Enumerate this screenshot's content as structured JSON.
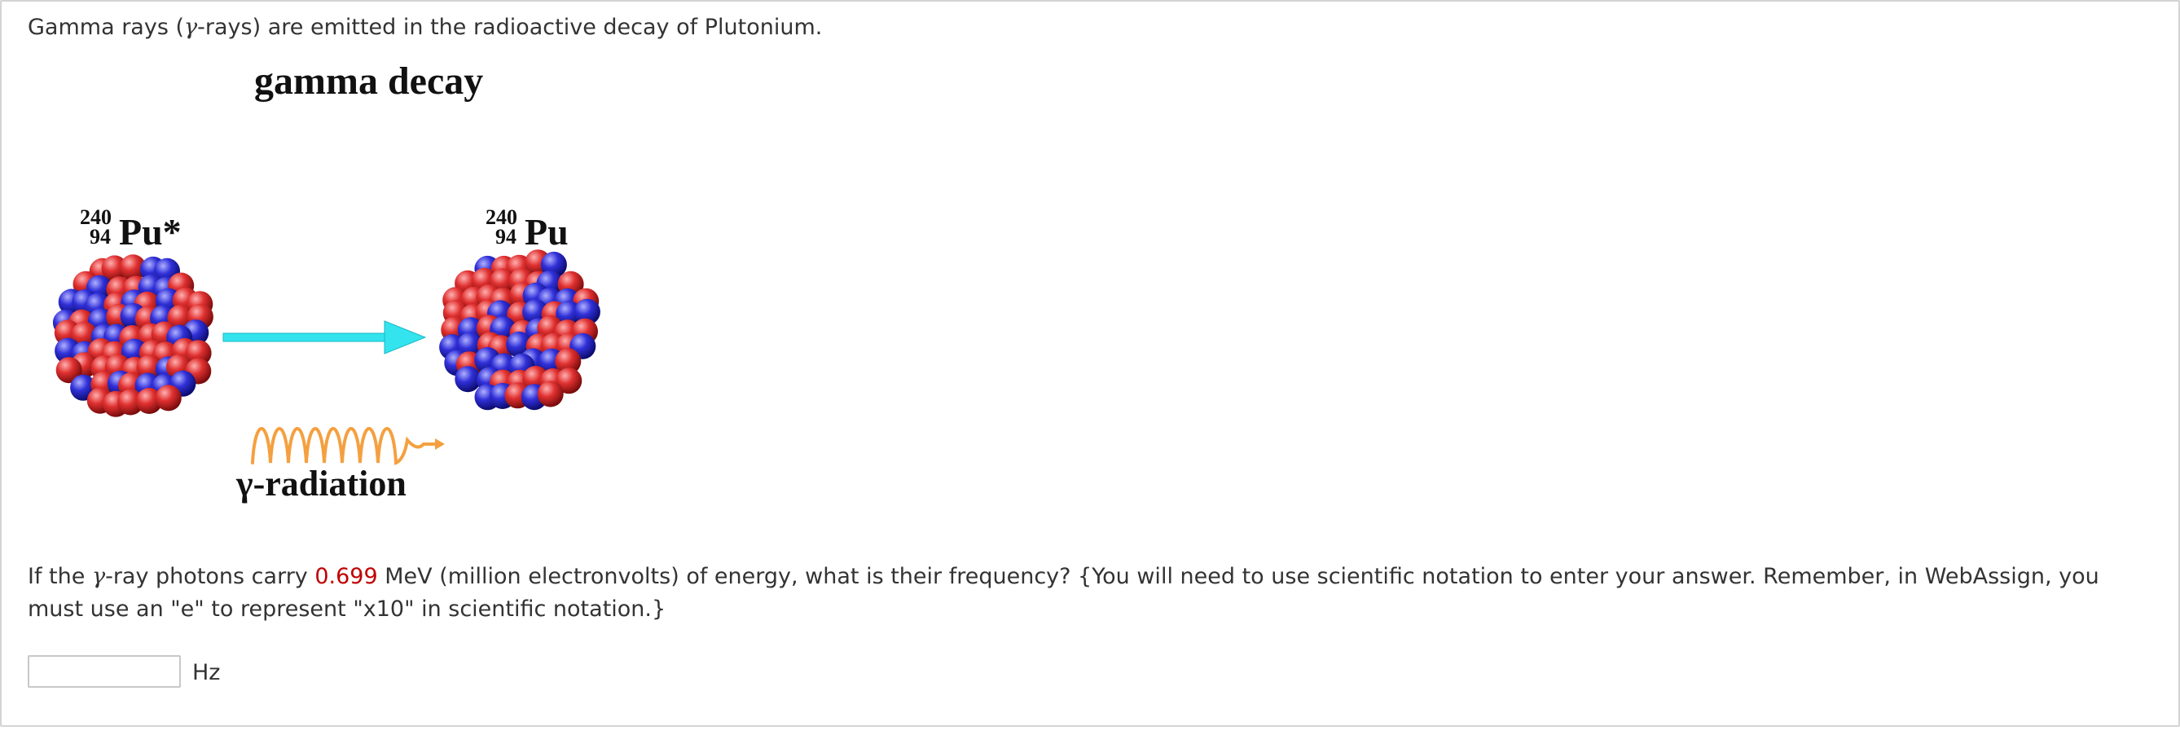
{
  "intro": {
    "before": "Gamma rays (",
    "gamma": "γ",
    "after": "-rays) are emitted in the radioactive decay of Plutonium."
  },
  "figure": {
    "title": "gamma decay",
    "parent": {
      "mass": "240",
      "z": "94",
      "symbol": "Pu*"
    },
    "daughter": {
      "mass": "240",
      "z": "94",
      "symbol": "Pu"
    },
    "radiation_label": "γ-radiation",
    "colors": {
      "proton": "#d42a2a",
      "neutron": "#2a2ad0",
      "arrow": "#33e4ee",
      "wave": "#f4a040"
    }
  },
  "question": {
    "part1": "If the ",
    "gamma": "γ",
    "part2": "-ray photons carry ",
    "energy": "0.699",
    "part3": " MeV (million electronvolts) of energy, what is their frequency? {You will need to use scientific notation to enter your answer. Remember, in WebAssign, you must use an \"e\" to represent \"x10\" in scientific notation.}"
  },
  "answer": {
    "value": "",
    "unit": "Hz"
  }
}
